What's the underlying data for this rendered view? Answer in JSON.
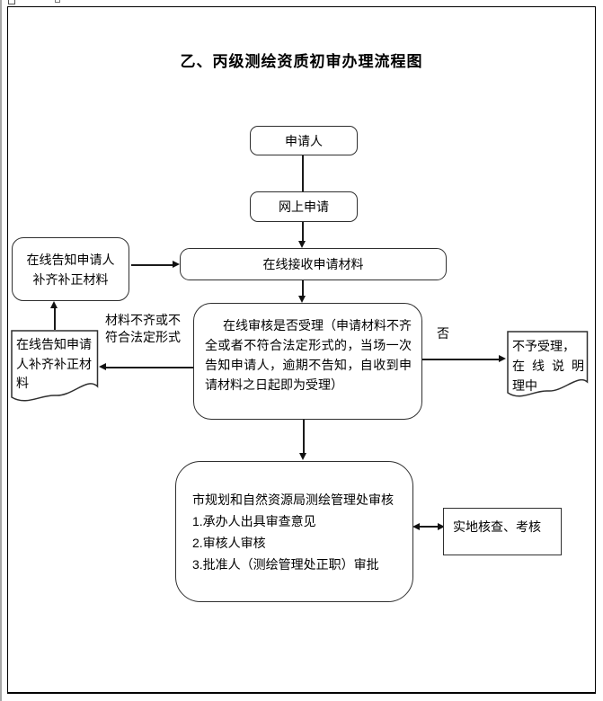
{
  "page": {
    "title": "乙、丙级测绘资质初审办理流程图"
  },
  "nodes": {
    "applicant": {
      "label": "申请人"
    },
    "online_apply": {
      "label": "网上申请"
    },
    "receive_materials": {
      "label": "在线接收申请材料"
    },
    "notify_supplement_top": {
      "line1": "在线告知申请人",
      "line2": "补齐补正材料"
    },
    "review_acceptance": {
      "text": "在线审核是否受理（申请材料不齐全或者不符合法定形式的，当场一次告知申请人，逾期不告知，自收到申请材料之日起即为受理）"
    },
    "notify_supplement_doc": {
      "text": "在线告知申请人补齐补正材料"
    },
    "reject_doc": {
      "line1": "不予受理，",
      "line2": "在线说明",
      "line3": "理中"
    },
    "bureau_review": {
      "line1": "市规划和自然资源局测绘管理处审核",
      "line2": "1.承办人出具审查意见",
      "line3": "2.审核人审核",
      "line4": "3.批准人（测绘管理处正职）审批"
    },
    "field_inspection": {
      "label": "实地核查、考核"
    }
  },
  "edge_labels": {
    "incomplete_materials": "材料不齐或不符合法定形式",
    "no": "否"
  },
  "colors": {
    "box_border": "#2f2f2f",
    "arrow": "#111111",
    "background": "#ffffff",
    "text": "#000000"
  }
}
